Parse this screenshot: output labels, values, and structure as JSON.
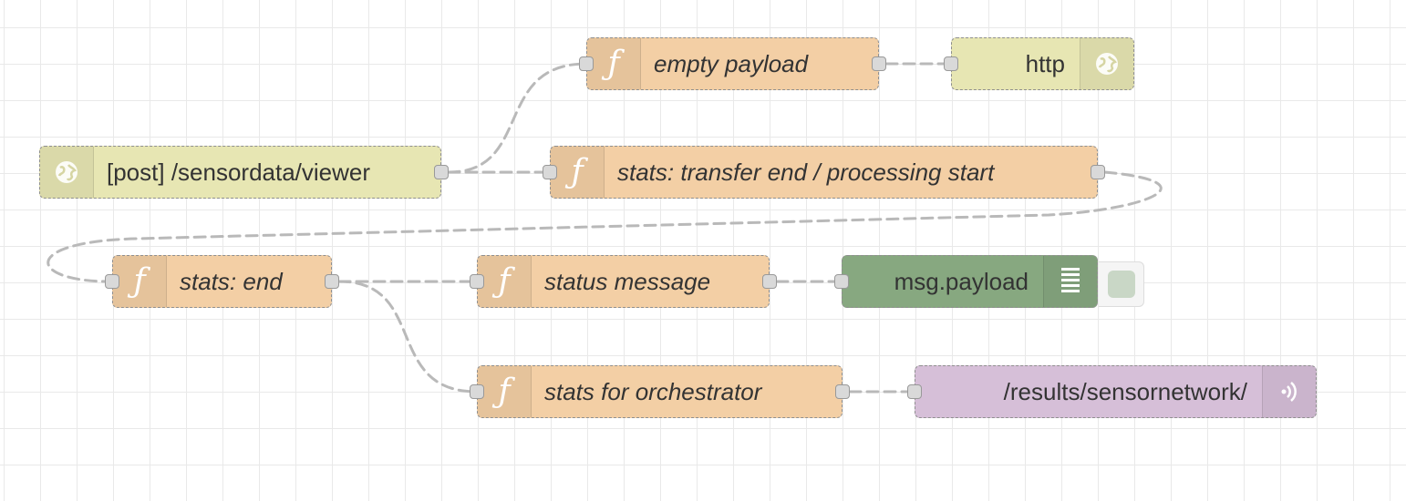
{
  "flow": {
    "nodes": [
      {
        "id": "empty_payload",
        "type": "function",
        "label": "empty payload",
        "icon": "function-icon"
      },
      {
        "id": "http",
        "type": "http-response",
        "label": "http",
        "icon": "globe-icon"
      },
      {
        "id": "http_in",
        "type": "http-in",
        "label": "[post] /sensordata/viewer",
        "icon": "globe-icon"
      },
      {
        "id": "stats_transfer",
        "type": "function",
        "label": "stats: transfer end / processing start",
        "icon": "function-icon"
      },
      {
        "id": "stats_end",
        "type": "function",
        "label": "stats: end",
        "icon": "function-icon"
      },
      {
        "id": "status_message",
        "type": "function",
        "label": "status message",
        "icon": "function-icon"
      },
      {
        "id": "debug",
        "type": "debug",
        "label": "msg.payload",
        "icon": "list-icon"
      },
      {
        "id": "stats_orchestrator",
        "type": "function",
        "label": "stats for orchestrator",
        "icon": "function-icon"
      },
      {
        "id": "mqtt_out",
        "type": "mqtt-out",
        "label": "/results/sensornetwork/",
        "icon": "broadcast-icon"
      }
    ],
    "wires": [
      [
        "http_in",
        "empty_payload"
      ],
      [
        "http_in",
        "stats_transfer"
      ],
      [
        "empty_payload",
        "http"
      ],
      [
        "stats_transfer",
        "stats_end"
      ],
      [
        "stats_end",
        "status_message"
      ],
      [
        "stats_end",
        "stats_orchestrator"
      ],
      [
        "status_message",
        "debug"
      ],
      [
        "stats_orchestrator",
        "mqtt_out"
      ]
    ]
  },
  "colors": {
    "function": "#f3cfa5",
    "http": "#e7e6b3",
    "debug": "#87a880",
    "mqtt": "#d6bfd8",
    "wire": "#b9b9b9"
  }
}
